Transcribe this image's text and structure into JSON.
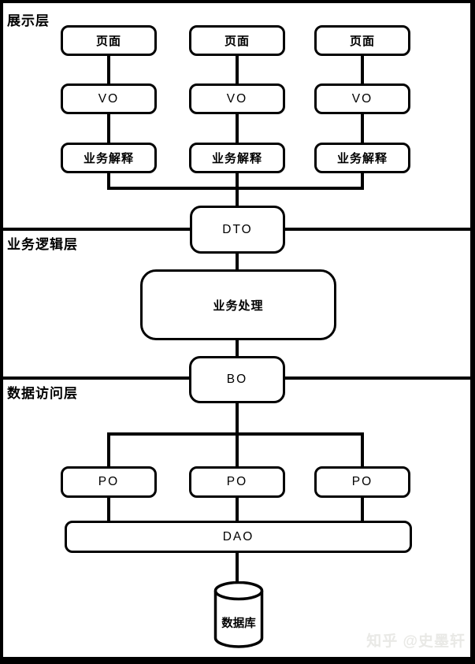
{
  "sections": {
    "presentation": {
      "label": "展示层"
    },
    "business_logic": {
      "label": "业务逻辑层"
    },
    "data_access": {
      "label": "数据访问层"
    }
  },
  "nodes": {
    "columns": [
      {
        "page": "页面",
        "vo": "VO",
        "interpret": "业务解释"
      },
      {
        "page": "页面",
        "vo": "VO",
        "interpret": "业务解释"
      },
      {
        "page": "页面",
        "vo": "VO",
        "interpret": "业务解释"
      }
    ],
    "dto": "DTO",
    "business_process": "业务处理",
    "bo": "BO",
    "po": [
      "PO",
      "PO",
      "PO"
    ],
    "dao": "DAO",
    "database": "数据库"
  },
  "watermark": "知乎 @史墨轩",
  "colors": {
    "stroke": "#000000",
    "box_fill": "#ffffff",
    "background": "#ffffff",
    "watermark_text": "#e9e9e6"
  }
}
